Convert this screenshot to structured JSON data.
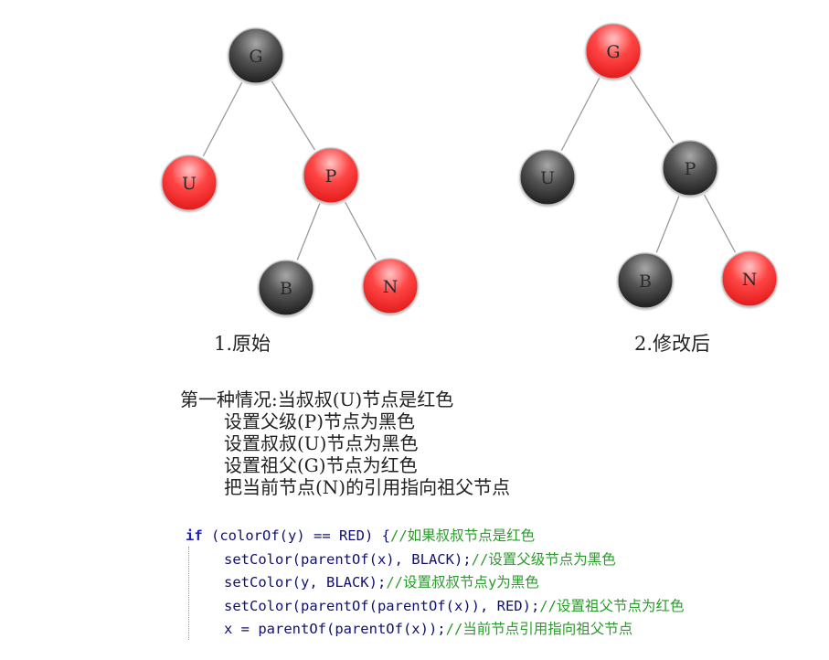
{
  "colors": {
    "red_node": "#ff3b3b",
    "black_node": "#3a3a3a",
    "edge": "#9a9a9a",
    "code_keyword": "#2020c0",
    "code_text": "#101070",
    "code_comment": "#2a9a2a"
  },
  "trees": [
    {
      "caption": "1.原始",
      "nodes": [
        {
          "id": "G",
          "label": "G",
          "color": "black"
        },
        {
          "id": "U",
          "label": "U",
          "color": "red"
        },
        {
          "id": "P",
          "label": "P",
          "color": "red"
        },
        {
          "id": "B",
          "label": "B",
          "color": "black"
        },
        {
          "id": "N",
          "label": "N",
          "color": "red"
        }
      ],
      "edges": [
        [
          "G",
          "U"
        ],
        [
          "G",
          "P"
        ],
        [
          "P",
          "B"
        ],
        [
          "P",
          "N"
        ]
      ]
    },
    {
      "caption": "2.修改后",
      "nodes": [
        {
          "id": "G",
          "label": "G",
          "color": "red"
        },
        {
          "id": "U",
          "label": "U",
          "color": "black"
        },
        {
          "id": "P",
          "label": "P",
          "color": "black"
        },
        {
          "id": "B",
          "label": "B",
          "color": "black"
        },
        {
          "id": "N",
          "label": "N",
          "color": "red"
        }
      ],
      "edges": [
        [
          "G",
          "U"
        ],
        [
          "G",
          "P"
        ],
        [
          "P",
          "B"
        ],
        [
          "P",
          "N"
        ]
      ]
    }
  ],
  "description": {
    "heading": "第一种情况:当叔叔(U)节点是红色",
    "steps": [
      "设置父级(P)节点为黑色",
      "设置叔叔(U)节点为黑色",
      "设置祖父(G)节点为红色",
      "把当前节点(N)的引用指向祖父节点"
    ]
  },
  "code": [
    {
      "segments": [
        {
          "text": "if",
          "kind": "kw"
        },
        {
          "text": " (colorOf(y) == RED) {",
          "kind": "tx"
        },
        {
          "text": "//如果叔叔节点是红色",
          "kind": "cm"
        }
      ]
    },
    {
      "segments": [
        {
          "text": "setColor(parentOf(x), BLACK);",
          "kind": "tx"
        },
        {
          "text": "//设置父级节点为黑色",
          "kind": "cm"
        }
      ]
    },
    {
      "segments": [
        {
          "text": "setColor(y, BLACK);",
          "kind": "tx"
        },
        {
          "text": "//设置叔叔节点y为黑色",
          "kind": "cm"
        }
      ]
    },
    {
      "segments": [
        {
          "text": "setColor(parentOf(parentOf(x)), RED);",
          "kind": "tx"
        },
        {
          "text": "//设置祖父节点为红色",
          "kind": "cm"
        }
      ]
    },
    {
      "segments": [
        {
          "text": "x = parentOf(parentOf(x));",
          "kind": "tx"
        },
        {
          "text": "//当前节点引用指向祖父节点",
          "kind": "cm"
        }
      ]
    }
  ]
}
